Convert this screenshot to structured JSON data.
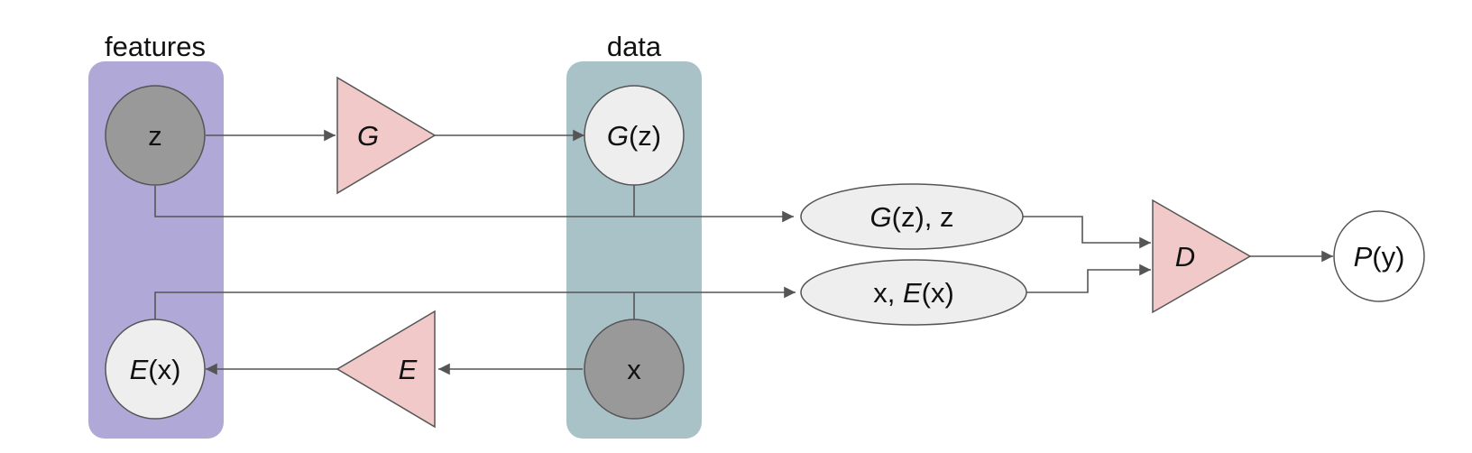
{
  "groups": {
    "features": {
      "label": "features",
      "color": "#b0a8d6"
    },
    "data": {
      "label": "data",
      "color": "#a9c2c8"
    }
  },
  "nodes": {
    "z": {
      "label": "z",
      "fill": "#999999"
    },
    "x": {
      "label": "x",
      "fill": "#999999"
    },
    "gz": {
      "italic": "G",
      "rest": "(z)",
      "fill": "#eeeeee"
    },
    "ex": {
      "italic": "E",
      "rest": "(x)",
      "fill": "#eeeeee"
    },
    "py": {
      "italic": "P",
      "rest": "(y)",
      "fill": "#ffffff"
    },
    "gz_z": {
      "italic": "G",
      "rest": "(z), z",
      "fill": "#eeeeee"
    },
    "x_ex": {
      "prefix": "x, ",
      "italic": "E",
      "rest": "(x)",
      "fill": "#eeeeee"
    }
  },
  "networks": {
    "G": {
      "label": "G"
    },
    "E": {
      "label": "E"
    },
    "D": {
      "label": "D"
    },
    "fill": "#f2c9c9"
  },
  "edges": [
    {
      "from": "z",
      "to": "G"
    },
    {
      "from": "G",
      "to": "gz"
    },
    {
      "from": "z",
      "to": "gz_z"
    },
    {
      "from": "gz",
      "to": "gz_z"
    },
    {
      "from": "x",
      "to": "E"
    },
    {
      "from": "E",
      "to": "ex"
    },
    {
      "from": "ex",
      "to": "x_ex"
    },
    {
      "from": "x",
      "to": "x_ex"
    },
    {
      "from": "gz_z",
      "to": "D"
    },
    {
      "from": "x_ex",
      "to": "D"
    },
    {
      "from": "D",
      "to": "py"
    }
  ]
}
